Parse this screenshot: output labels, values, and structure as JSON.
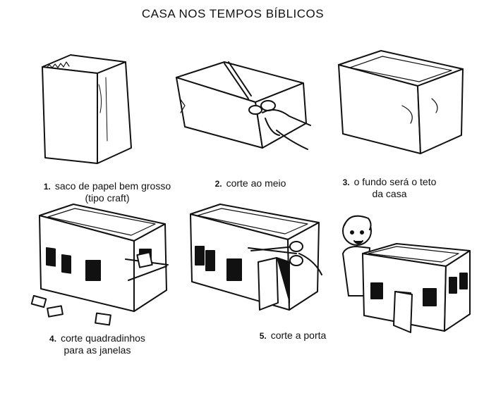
{
  "title": "CASA NOS TEMPOS BÍBLICOS",
  "steps": [
    {
      "number": "1.",
      "line1": "saco de papel bem grosso",
      "line2": "(tipo craft)"
    },
    {
      "number": "2.",
      "line1": "corte ao meio",
      "line2": ""
    },
    {
      "number": "3.",
      "line1": "o fundo será o teto",
      "line2": "da casa"
    },
    {
      "number": "4.",
      "line1": "corte quadradinhos",
      "line2": "para as janelas"
    },
    {
      "number": "5.",
      "line1": "corte a porta",
      "line2": ""
    }
  ],
  "colors": {
    "ink": "#111111",
    "paper": "#ffffff"
  }
}
